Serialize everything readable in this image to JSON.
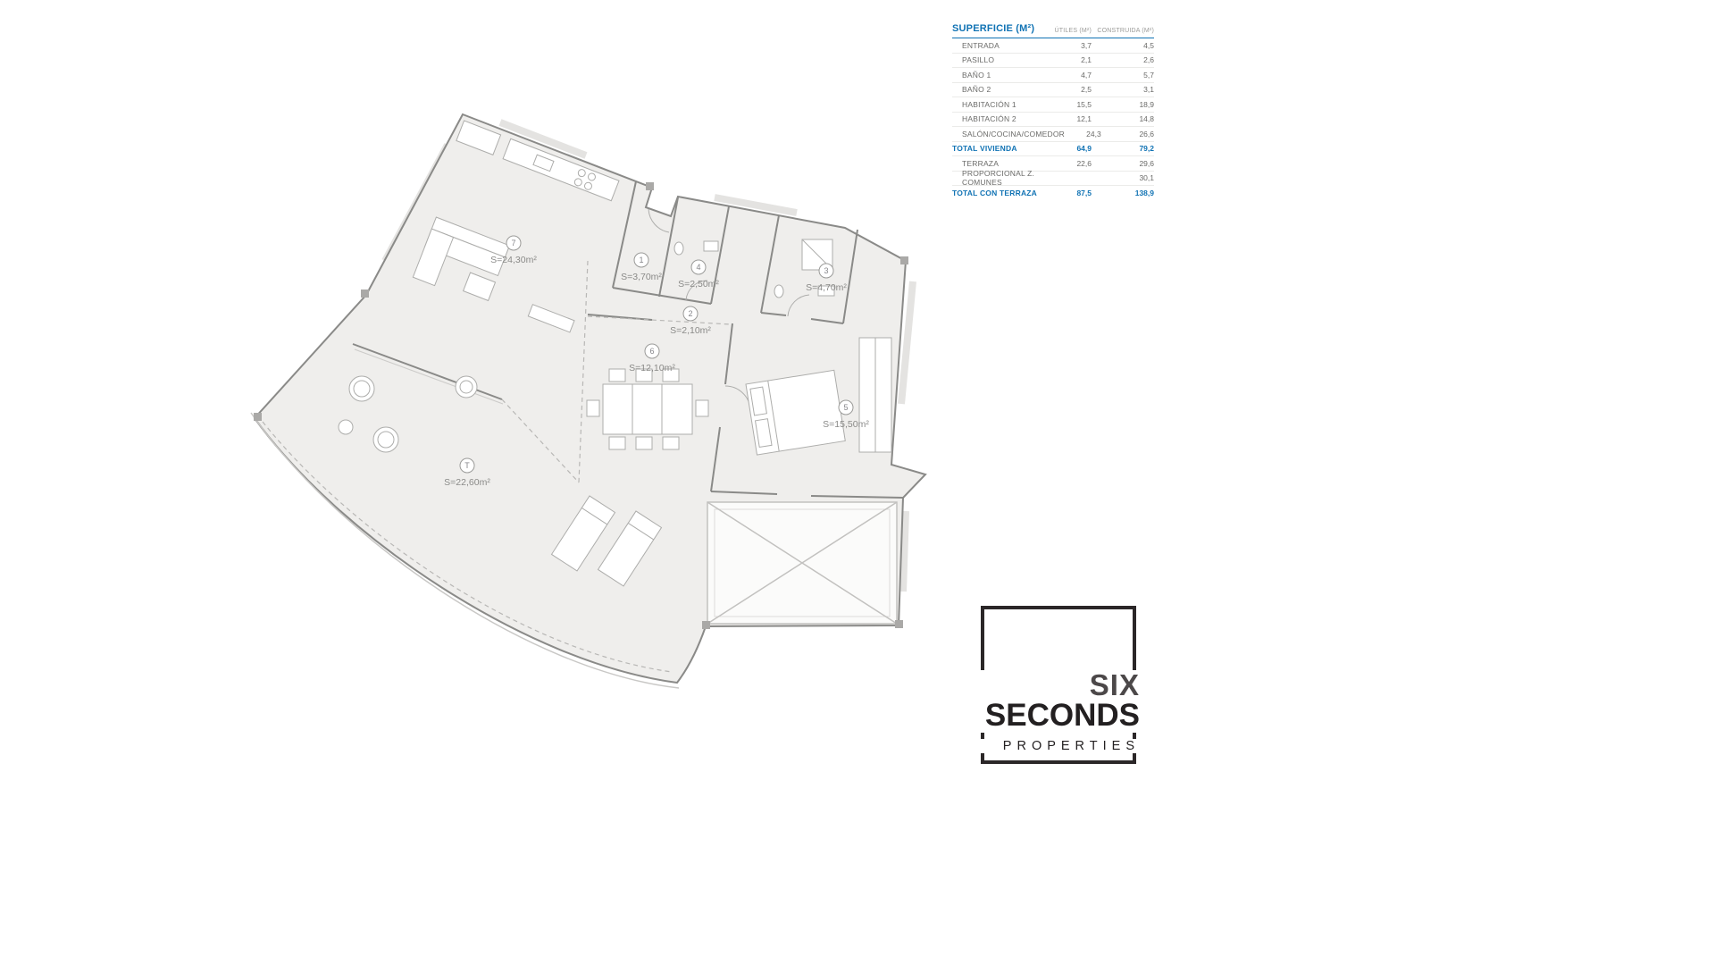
{
  "table": {
    "title": "SUPERFICIE (M²)",
    "columns": [
      "ÚTILES (M²)",
      "CONSTRUIDA (M²)"
    ],
    "rows": [
      {
        "label": "ENTRADA",
        "utiles": "3,7",
        "construida": "4,5"
      },
      {
        "label": "PASILLO",
        "utiles": "2,1",
        "construida": "2,6"
      },
      {
        "label": "BAÑO 1",
        "utiles": "4,7",
        "construida": "5,7"
      },
      {
        "label": "BAÑO 2",
        "utiles": "2,5",
        "construida": "3,1"
      },
      {
        "label": "HABITACIÓN 1",
        "utiles": "15,5",
        "construida": "18,9"
      },
      {
        "label": "HABITACIÓN 2",
        "utiles": "12,1",
        "construida": "14,8"
      },
      {
        "label": "SALÓN/COCINA/COMEDOR",
        "utiles": "24,3",
        "construida": "26,6"
      },
      {
        "label": "TOTAL VIVIENDA",
        "utiles": "64,9",
        "construida": "79,2"
      },
      {
        "label": "TERRAZA",
        "utiles": "22,6",
        "construida": "29,6"
      },
      {
        "label": "PROPORCIONAL Z. COMUNES",
        "utiles": "",
        "construida": "30,1"
      },
      {
        "label": "TOTAL CON TERRAZA",
        "utiles": "87,5",
        "construida": "138,9"
      }
    ],
    "accent_color": "#1173b4"
  },
  "plan": {
    "rooms": [
      {
        "id": "7",
        "area": "S=24,30m²"
      },
      {
        "id": "1",
        "area": "S=3,70m²"
      },
      {
        "id": "4",
        "area": "S=2,50m²"
      },
      {
        "id": "3",
        "area": "S=4,70m²"
      },
      {
        "id": "2",
        "area": "S=2,10m²"
      },
      {
        "id": "6",
        "area": "S=12,10m²"
      },
      {
        "id": "5",
        "area": "S=15,50m²"
      },
      {
        "id": "T",
        "area": "S=22,60m²"
      }
    ]
  },
  "logo": {
    "line1": "SIX",
    "line2": "SECONDS",
    "line3": "PROPERTIES"
  }
}
